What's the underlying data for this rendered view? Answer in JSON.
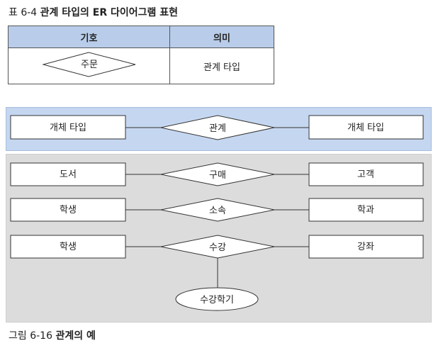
{
  "table_caption": {
    "number": "표 6-4",
    "title": "관계 타입의 ER 다이어그램 표현"
  },
  "legend_table": {
    "headers": [
      "기호",
      "의미"
    ],
    "row": {
      "symbol_label": "주문",
      "meaning": "관계 타입"
    }
  },
  "notation": {
    "left_entity": "개체 타입",
    "relationship": "관계",
    "right_entity": "개체 타입"
  },
  "examples": [
    {
      "left": "도서",
      "relationship": "구매",
      "right": "고객"
    },
    {
      "left": "학생",
      "relationship": "소속",
      "right": "학과"
    },
    {
      "left": "학생",
      "relationship": "수강",
      "right": "강좌",
      "attribute": "수강학기"
    }
  ],
  "figure_caption": {
    "number": "그림 6-16",
    "title": "관계의 예"
  },
  "colors": {
    "notation_bg": "#c5d7f0",
    "examples_bg": "#dcdcdc",
    "header_bg": "#b9cdea"
  }
}
